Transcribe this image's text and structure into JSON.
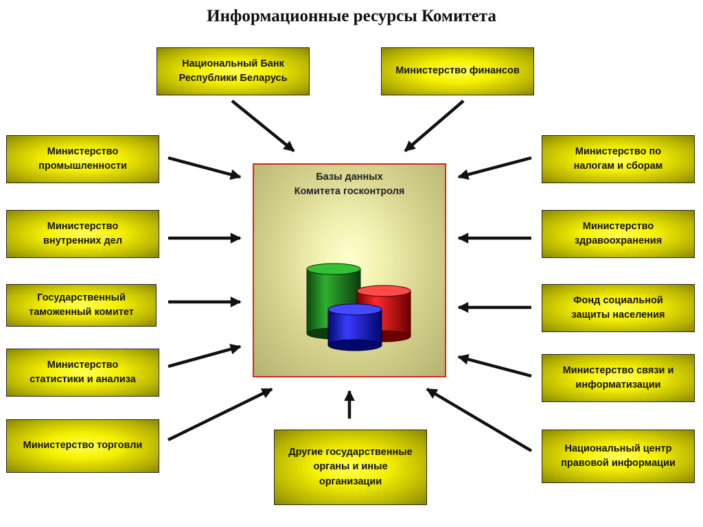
{
  "title": "Информационные ресурсы Комитета",
  "center": {
    "line1": "Базы данных",
    "line2": "Комитета госконтроля"
  },
  "sources": {
    "national_bank": [
      "Национальный Банк",
      "Республики Беларусь"
    ],
    "finance": [
      "Министерство финансов"
    ],
    "industry": [
      "Министерство",
      "промышленности"
    ],
    "taxes": [
      "Министерство по",
      "налогам и сборам"
    ],
    "internal_affairs": [
      "Министерство",
      "внутренних дел"
    ],
    "health": [
      "Министерство",
      "здравоохранения"
    ],
    "customs": [
      "Государственный",
      "таможенный комитет"
    ],
    "social_fund": [
      "Фонд социальной",
      "защиты населения"
    ],
    "statistics": [
      "Министерство",
      "статистики и анализа"
    ],
    "communications": [
      "Министерство связи и",
      "информатизации"
    ],
    "trade": [
      "Министерство торговли"
    ],
    "legal_center": [
      "Национальный центр",
      "правовой информации"
    ],
    "other": [
      "Другие государственные",
      "органы и иные",
      "организации"
    ]
  },
  "database_colors": {
    "green": "#1a8a1a",
    "red": "#e01010",
    "blue": "#1a1ad8"
  }
}
